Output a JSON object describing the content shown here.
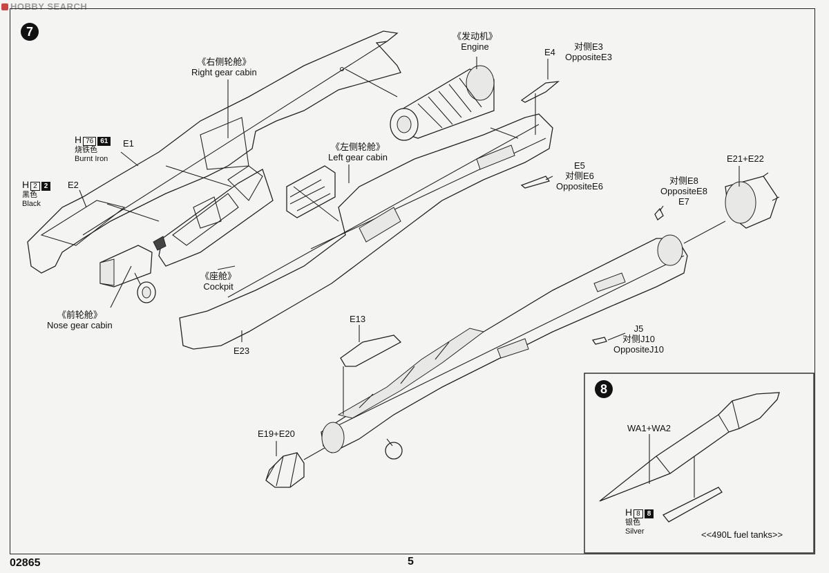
{
  "watermark": "HOBBY SEARCH",
  "steps": {
    "step7": "7",
    "step8": "8"
  },
  "labels": {
    "engine": {
      "cn": "《发动机》",
      "en": "Engine"
    },
    "right_gear_cabin": {
      "cn": "《右侧轮舱》",
      "en": "Right gear cabin"
    },
    "left_gear_cabin": {
      "cn": "《左侧轮舱》",
      "en": "Left gear cabin"
    },
    "cockpit": {
      "cn": "《座舱》",
      "en": "Cockpit"
    },
    "nose_gear_cabin": {
      "cn": "《前轮舱》",
      "en": "Nose gear cabin"
    },
    "e4": "E4",
    "e3": {
      "cn": "对侧E3",
      "en": "OppositeE3"
    },
    "e1": "E1",
    "e2": "E2",
    "e5": {
      "part": "E5",
      "cn": "对侧E6",
      "en": "OppositeE6"
    },
    "e21_e22": "E21+E22",
    "e7": {
      "cn": "对侧E8",
      "en": "OppositeE8",
      "part": "E7"
    },
    "e23": "E23",
    "e13": "E13",
    "j5": {
      "part": "J5",
      "cn": "对侧J10",
      "en": "OppositeJ10"
    },
    "e19_e20": "E19+E20",
    "wa1_wa2": "WA1+WA2",
    "fuel_tanks": "<<490L fuel tanks>>"
  },
  "paints": {
    "burnt_iron": {
      "h": "H",
      "c1": "76",
      "c2": "61",
      "cn": "烧铁色",
      "en": "Burnt Iron"
    },
    "black": {
      "h": "H",
      "c1": "2",
      "c2": "2",
      "cn": "黑色",
      "en": "Black"
    },
    "silver": {
      "h": "H",
      "c1": "8",
      "c2": "8",
      "cn": "银色",
      "en": "Silver"
    }
  },
  "footer": {
    "code": "02865",
    "page": "5"
  },
  "colors": {
    "ink": "#111111",
    "paper": "#f4f4f2",
    "watermark_red": "#cc4444"
  }
}
